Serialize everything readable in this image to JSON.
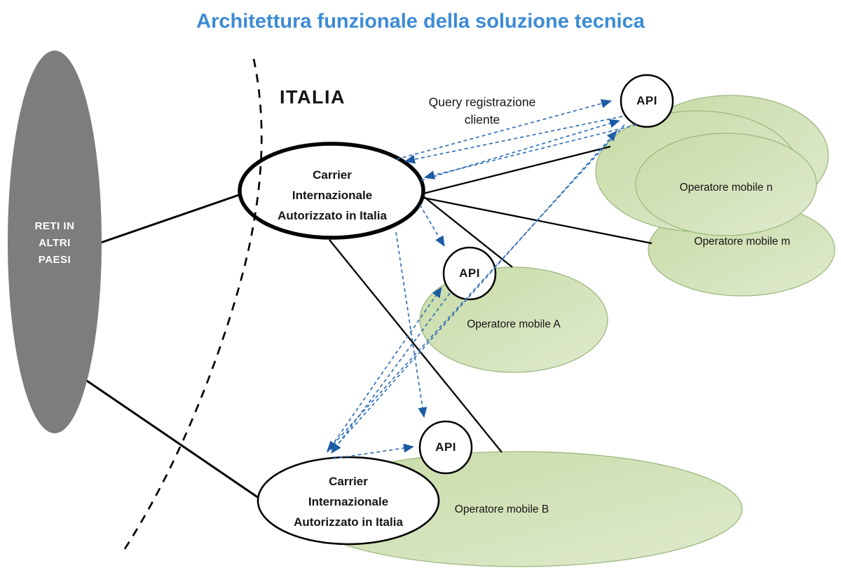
{
  "title": "Architettura funzionale della soluzione tecnica",
  "labels": {
    "italy": "ITALIA",
    "query": "Query registrazione\ncliente",
    "foreign_networks": "RETI IN\nALTRI\nPAESI",
    "carrier_top": "Carrier\nInternazionale\nAutorizzato in Italia",
    "carrier_bottom": "Carrier\nInternazionale\nAutorizzato in Italia",
    "api_top": "API",
    "api_middle": "API",
    "api_bottom": "API",
    "operator_n": "Operatore mobile n",
    "operator_m": "Operatore mobile m",
    "operator_a": "Operatore mobile A",
    "operator_b": "Operatore mobile B"
  },
  "colors": {
    "title_blue": "#3C8BD4",
    "foreign_networks_gray": "#7D7D7D",
    "operator_green_fill": "#D3E2B6",
    "operator_green_border": "#9DB97E",
    "arrow_blue": "#3272B8",
    "arrowhead_blue": "#1D5CA5",
    "line_black": "#000000"
  }
}
